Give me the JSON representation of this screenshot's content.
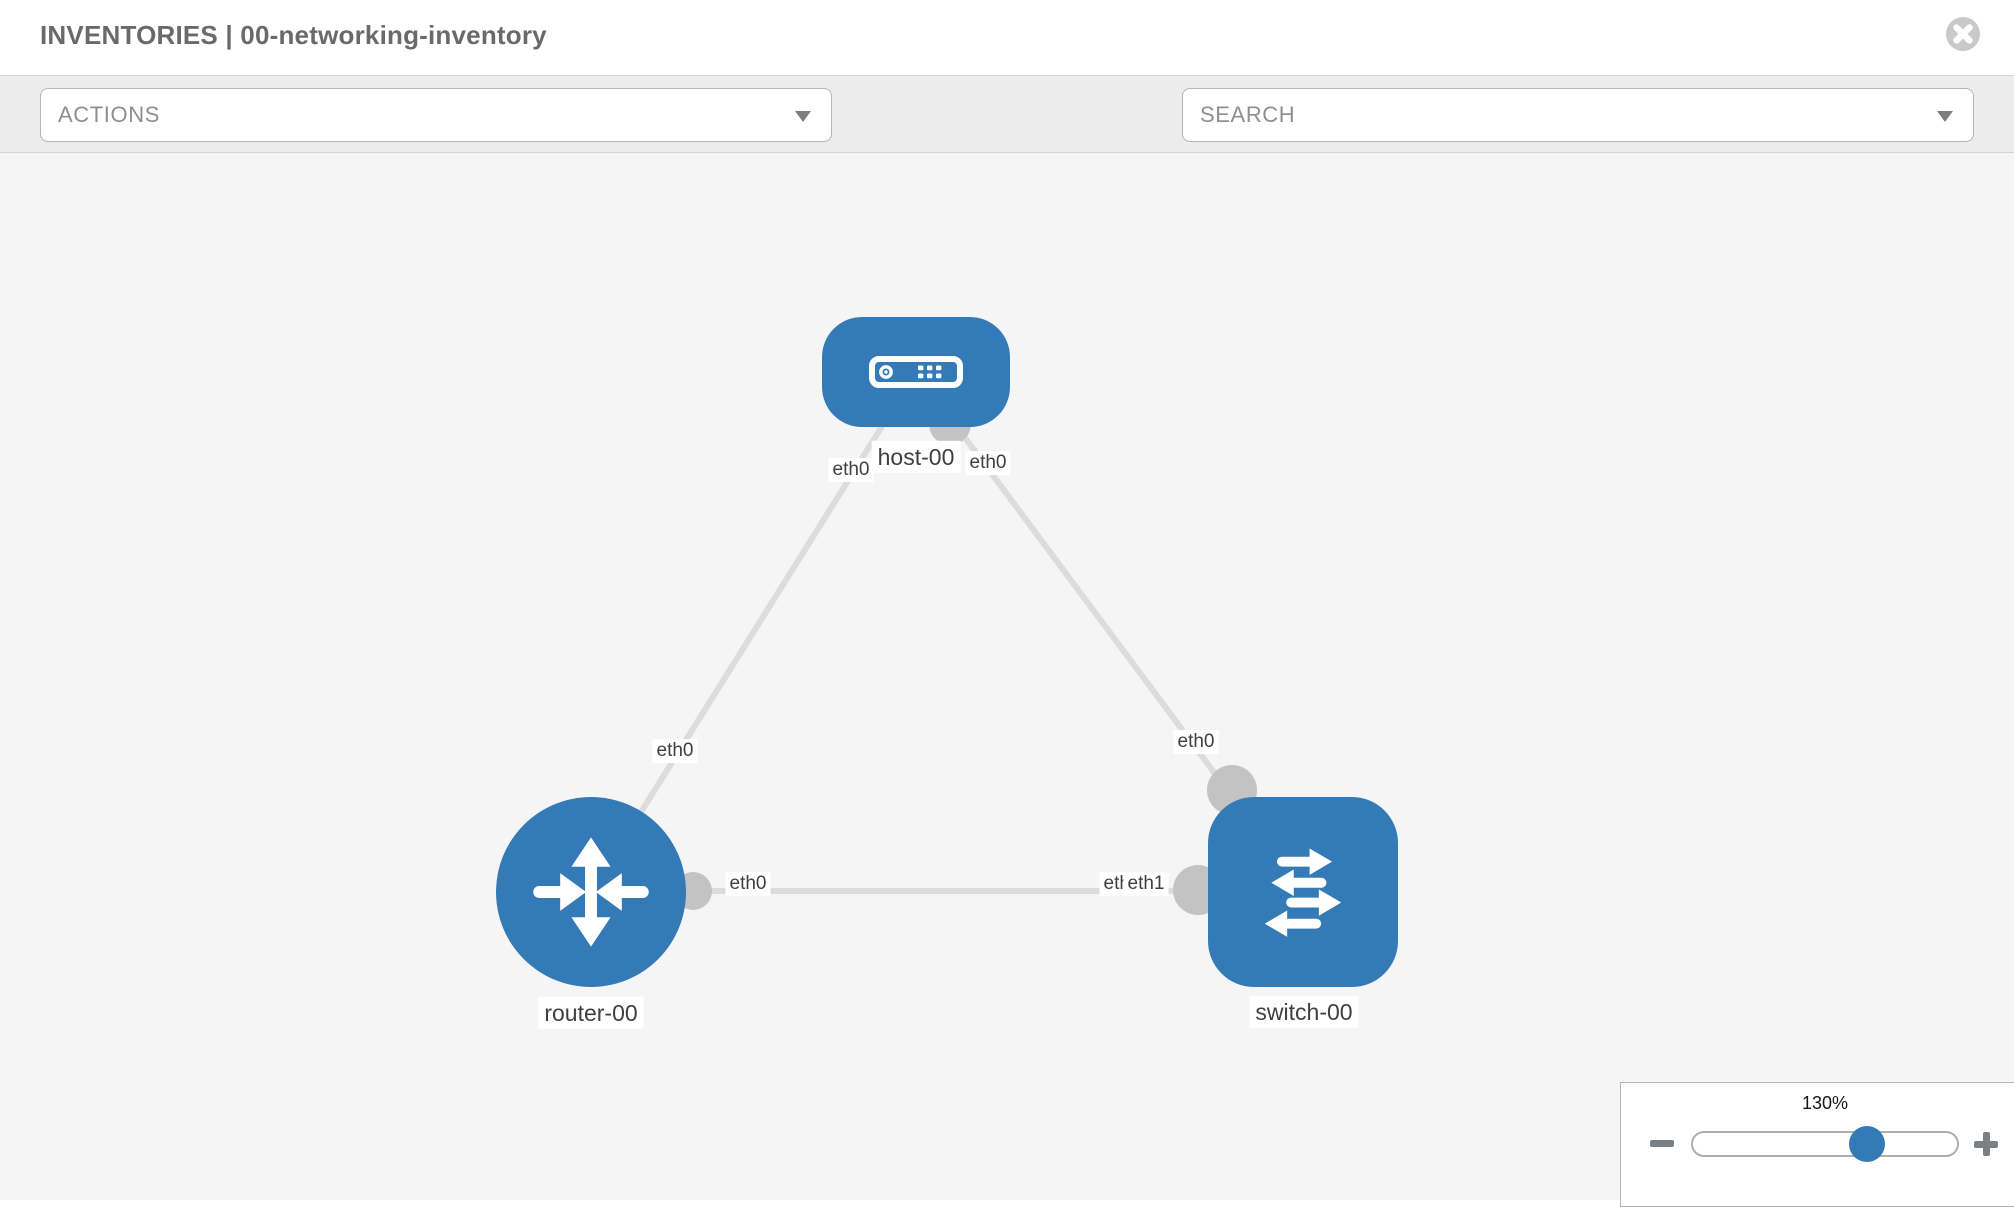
{
  "header": {
    "title": "INVENTORIES | 00-networking-inventory"
  },
  "toolbar": {
    "actions_label": "ACTIONS",
    "search_placeholder": "SEARCH"
  },
  "diagram": {
    "nodes": [
      {
        "id": "host-00",
        "type": "host",
        "label": "host-00"
      },
      {
        "id": "router-00",
        "type": "router",
        "label": "router-00"
      },
      {
        "id": "switch-00",
        "type": "switch",
        "label": "switch-00"
      }
    ],
    "links": [
      {
        "from": "host-00",
        "to": "router-00"
      },
      {
        "from": "host-00",
        "to": "switch-00"
      },
      {
        "from": "router-00",
        "to": "switch-00"
      }
    ],
    "interface_labels": [
      {
        "text": "eth0"
      },
      {
        "text": "eth0"
      },
      {
        "text": "eth0"
      },
      {
        "text": "eth0"
      },
      {
        "text": "eth0"
      },
      {
        "text": "eth0"
      },
      {
        "text": "eth1"
      }
    ]
  },
  "zoom_control": {
    "level": "130%"
  },
  "colors": {
    "node_blue": "#337ab7",
    "link_gray": "#dcdcdc",
    "port_gray": "#c3c3c3",
    "icon_gray": "#7b8087",
    "canvas_bg": "#f5f5f5",
    "toolbar_bg": "#ececec"
  }
}
